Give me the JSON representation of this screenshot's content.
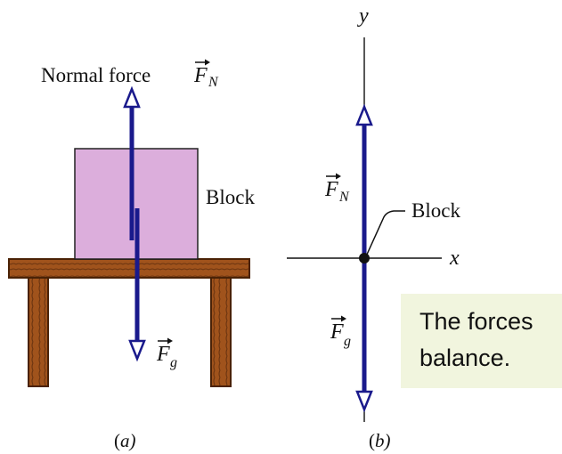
{
  "panel_a": {
    "normal_force_label": "Normal force",
    "block_label": "Block",
    "fn_symbol": "F",
    "fn_subscript": "N",
    "fg_symbol": "F",
    "fg_subscript": "g",
    "caption": "(a)"
  },
  "panel_b": {
    "y_axis_label": "y",
    "x_axis_label": "x",
    "block_label": "Block",
    "fn_symbol": "F",
    "fn_subscript": "N",
    "fg_symbol": "F",
    "fg_subscript": "g",
    "caption": "(b)"
  },
  "note": {
    "line1": "The forces",
    "line2": "balance."
  },
  "colors": {
    "arrow": "#1a1a8c",
    "block_fill": "#dcaedc",
    "wood": "#a0531c",
    "wood_dark": "#5a2a08",
    "note_bg": "#f1f5de"
  }
}
